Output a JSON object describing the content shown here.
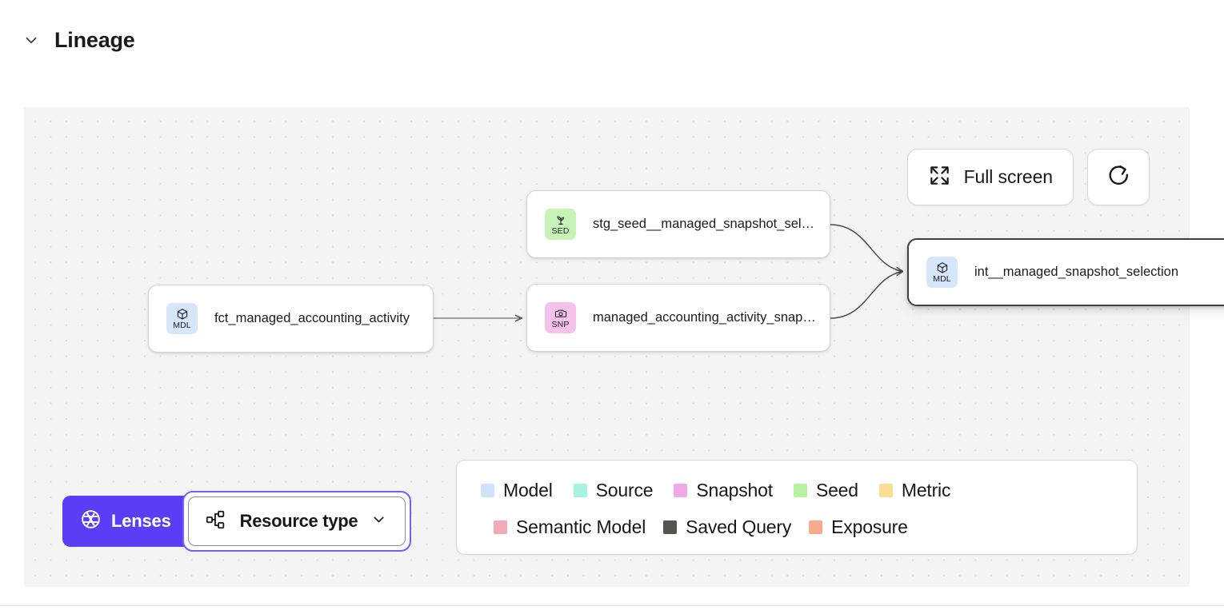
{
  "header": {
    "title": "Lineage",
    "collapse_icon": "chevron-down-icon"
  },
  "canvas": {
    "actions": {
      "fullscreen_label": "Full screen",
      "fullscreen_icon": "expand-arrows-icon",
      "refresh_icon": "refresh-icon"
    },
    "nodes": [
      {
        "id": "fct_managed_accounting_activity",
        "label": "fct_managed_accounting_activity",
        "type_code": "MDL",
        "type_name": "Model",
        "icon": "cube-icon",
        "selected": false
      },
      {
        "id": "stg_seed__managed_snapshot_selection",
        "label": "stg_seed__managed_snapshot_selecti...",
        "type_code": "SED",
        "type_name": "Seed",
        "icon": "sprout-icon",
        "selected": false
      },
      {
        "id": "managed_accounting_activity_snapshot",
        "label": "managed_accounting_activity_snapshot",
        "type_code": "SNP",
        "type_name": "Snapshot",
        "icon": "camera-icon",
        "selected": false
      },
      {
        "id": "int__managed_snapshot_selection",
        "label": "int__managed_snapshot_selection",
        "type_code": "MDL",
        "type_name": "Model",
        "icon": "cube-icon",
        "selected": true
      }
    ]
  },
  "controls": {
    "lenses_label": "Lenses",
    "lenses_icon": "aperture-icon",
    "lenses_color": "#5b3df5",
    "resource_type_label": "Resource type",
    "resource_type_icon": "hierarchy-icon",
    "chevron_icon": "chevron-down-icon"
  },
  "legend": {
    "row1": [
      {
        "label": "Model",
        "color": "#cfe4fb"
      },
      {
        "label": "Source",
        "color": "#a8f2e3"
      },
      {
        "label": "Snapshot",
        "color": "#f0a9e6"
      },
      {
        "label": "Seed",
        "color": "#b6f2a2"
      },
      {
        "label": "Metric",
        "color": "#fadf92"
      }
    ],
    "row2": [
      {
        "label": "Semantic Model",
        "color": "#f0abb4"
      },
      {
        "label": "Saved Query",
        "color": "#55544f"
      },
      {
        "label": "Exposure",
        "color": "#f7ab8c"
      }
    ]
  }
}
